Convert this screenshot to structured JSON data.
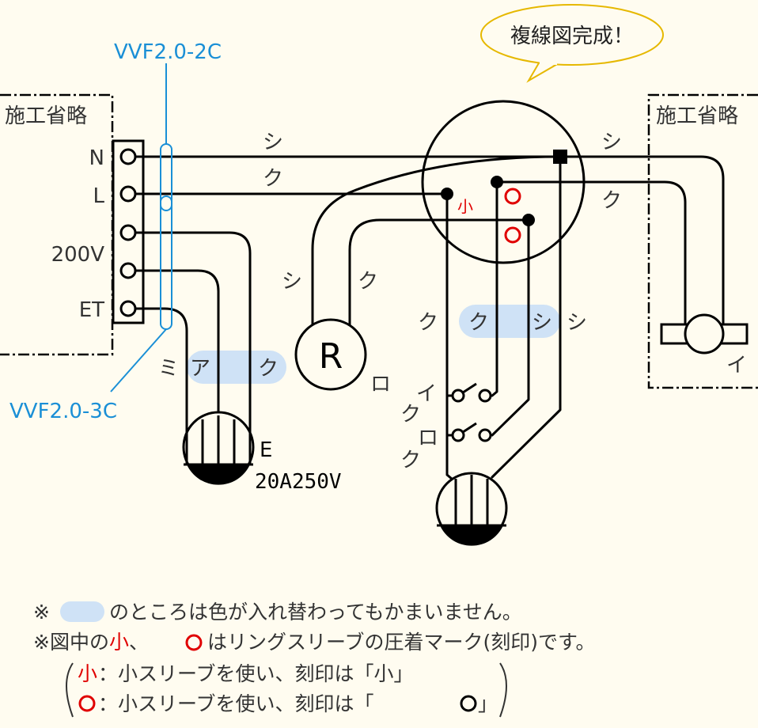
{
  "bubble": {
    "text": "複線図完成！"
  },
  "cables": {
    "vvf_2c": "VVF2.0-2C",
    "vvf_3c": "VVF2.0-3C"
  },
  "omitted": {
    "left": "施工省略",
    "right": "施工省略"
  },
  "terminals": {
    "n": "N",
    "l": "L",
    "v200": "200V",
    "et": "ET"
  },
  "wire_colors": {
    "shi": "シ",
    "ku": "ク",
    "mi": "ミ",
    "a": "ア"
  },
  "marks": {
    "small": "小"
  },
  "devices": {
    "outlet_label": "E",
    "outlet_rating": "20A250V",
    "pilot_lamp": "R",
    "ro": "ロ",
    "i": "イ"
  },
  "notes": {
    "line1": "のところは色が入れ替わってもかまいません。",
    "line2_a": "※図中の",
    "line2_b": "小",
    "line2_c": "、",
    "line2_d": "はリングスリーブの圧着マーク(刻印)です。",
    "line3_a": "小",
    "line3_b": "：小スリーブを使い、刻印は「小」",
    "line4_b": "：小スリーブを使い、刻印は「",
    "line4_c": "」",
    "asterisk": "※"
  },
  "colors": {
    "cable_blue": "#1a8fd6",
    "mark_red": "#e00000",
    "highlight": "#cfe2f6",
    "bubble_border": "#e6b800"
  }
}
